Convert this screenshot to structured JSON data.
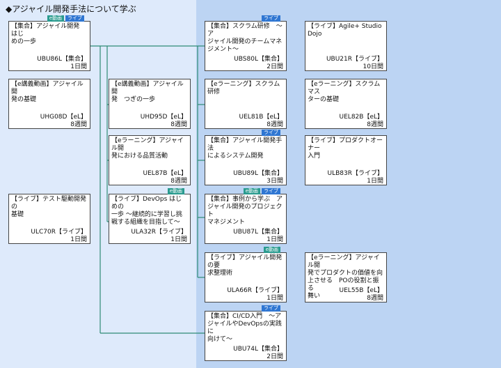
{
  "title": "◆アジャイル開発手法について学ぶ",
  "badge_labels": {
    "live": "ライブ",
    "edouga": "e動画"
  },
  "courses": [
    {
      "id": "c1",
      "title": "【集合】アジャイル開発　はじ\nめの一歩",
      "code": "UBU86L【集合】",
      "duration": "1日間",
      "badges": [
        "edouga",
        "live"
      ]
    },
    {
      "id": "c2",
      "title": "【e講義動画】アジャイル開\n発の基礎",
      "code": "UHG08D【eL】",
      "duration": "8週間",
      "badges": []
    },
    {
      "id": "c3",
      "title": "【ライブ】テスト駆動開発の\n基礎",
      "code": "ULC70R【ライブ】",
      "duration": "1日間",
      "badges": []
    },
    {
      "id": "c4",
      "title": "【e講義動画】アジャイル開\n発　つぎの一歩",
      "code": "UHD95D【eL】",
      "duration": "8週間",
      "badges": []
    },
    {
      "id": "c5",
      "title": "【eラーニング】アジャイル開\n発における品質活動",
      "code": "UEL87B【eL】",
      "duration": "8週間",
      "badges": []
    },
    {
      "id": "c6",
      "title": "【ライブ】DevOps はじめの\n一歩 ～継続的に学習し挑\n戦する組織を目指して～",
      "code": "ULA32R【ライブ】",
      "duration": "1日間",
      "badges": [
        "edouga"
      ]
    },
    {
      "id": "c7",
      "title": "【集合】スクラム研修　～ア\nジャイル開発のチームマネ\nジメント～",
      "code": "UBS80L【集合】",
      "duration": "2日間",
      "badges": [
        "live"
      ]
    },
    {
      "id": "c8",
      "title": "【eラーニング】スクラム研修",
      "code": "UEL81B【eL】",
      "duration": "8週間",
      "badges": []
    },
    {
      "id": "c9",
      "title": "【集合】アジャイル開発手法\nによるシステム開発",
      "code": "UBU89L【集合】",
      "duration": "3日間",
      "badges": [
        "live"
      ]
    },
    {
      "id": "c10",
      "title": "【集合】事例から学ぶ　ア\nジャイル開発のプロジェクト\nマネジメント",
      "code": "UBU87L【集合】",
      "duration": "1日間",
      "badges": [
        "edouga",
        "live"
      ]
    },
    {
      "id": "c11",
      "title": "【ライブ】アジャイル開発の要\n求整理術",
      "code": "ULA66R【ライブ】",
      "duration": "1日間",
      "badges": [
        "edouga"
      ]
    },
    {
      "id": "c12",
      "title": "【集合】CI/CD入門　～ア\nジャイルやDevOpsの実践に\n向けて～",
      "code": "UBU74L【集合】",
      "duration": "2日間",
      "badges": [
        "live"
      ]
    },
    {
      "id": "c13",
      "title": "【ライブ】Agile+ Studio Dojo",
      "code": "UBU21R【ライブ】",
      "duration": "10日間",
      "badges": []
    },
    {
      "id": "c14",
      "title": "【eラーニング】スクラムマス\nターの基礎",
      "code": "UEL82B【eL】",
      "duration": "8週間",
      "badges": []
    },
    {
      "id": "c15",
      "title": "【ライブ】プロダクトオーナー\n入門",
      "code": "ULB83R【ライブ】",
      "duration": "1日間",
      "badges": []
    },
    {
      "id": "c16",
      "title": "【eラーニング】アジャイル開\n発でプロダクトの価値を向\n上させる　POの役割と振る\n舞い",
      "code": "UEL55B【eL】",
      "duration": "8週間",
      "badges": []
    }
  ]
}
